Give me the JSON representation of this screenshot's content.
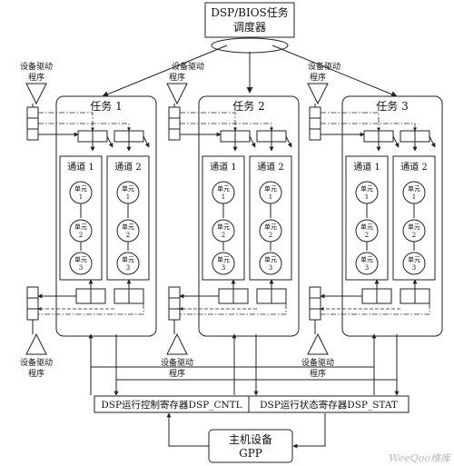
{
  "scheduler": {
    "line1": "DSP/BIOS任务",
    "line2": "调度器"
  },
  "tasks": [
    {
      "label": "任务 1",
      "channels": [
        {
          "label": "通道 1",
          "units": [
            {
              "a": "单元",
              "b": "1"
            },
            {
              "a": "单元",
              "b": "2"
            },
            {
              "a": "单元",
              "b": "3"
            }
          ]
        },
        {
          "label": "通道 2",
          "units": [
            {
              "a": "单元",
              "b": "1"
            },
            {
              "a": "单元",
              "b": "2"
            },
            {
              "a": "单元",
              "b": "3"
            }
          ]
        }
      ]
    },
    {
      "label": "任务 2",
      "channels": [
        {
          "label": "通道 1",
          "units": [
            {
              "a": "单元",
              "b": "1"
            },
            {
              "a": "单元",
              "b": "2"
            },
            {
              "a": "单元",
              "b": "3"
            }
          ]
        },
        {
          "label": "通道 2",
          "units": [
            {
              "a": "单元",
              "b": "1"
            },
            {
              "a": "单元",
              "b": "2"
            },
            {
              "a": "单元",
              "b": "3"
            }
          ]
        }
      ]
    },
    {
      "label": "任务 3",
      "channels": [
        {
          "label": "通道 1",
          "units": [
            {
              "a": "单元",
              "b": "1"
            },
            {
              "a": "单元",
              "b": "2"
            },
            {
              "a": "单元",
              "b": "3"
            }
          ]
        },
        {
          "label": "通道 2",
          "units": [
            {
              "a": "单元",
              "b": "1"
            },
            {
              "a": "单元",
              "b": "2"
            },
            {
              "a": "单元",
              "b": "3"
            }
          ]
        }
      ]
    }
  ],
  "device_driver": {
    "line1": "设备驱动",
    "line2": "程序"
  },
  "registers": {
    "control": "DSP运行控制寄存器DSP_CNTL",
    "status": "DSP运行状态寄存器DSP_STAT"
  },
  "host": {
    "line1": "主机设备",
    "line2": "GPP"
  },
  "watermark": "WeeQoo维库"
}
